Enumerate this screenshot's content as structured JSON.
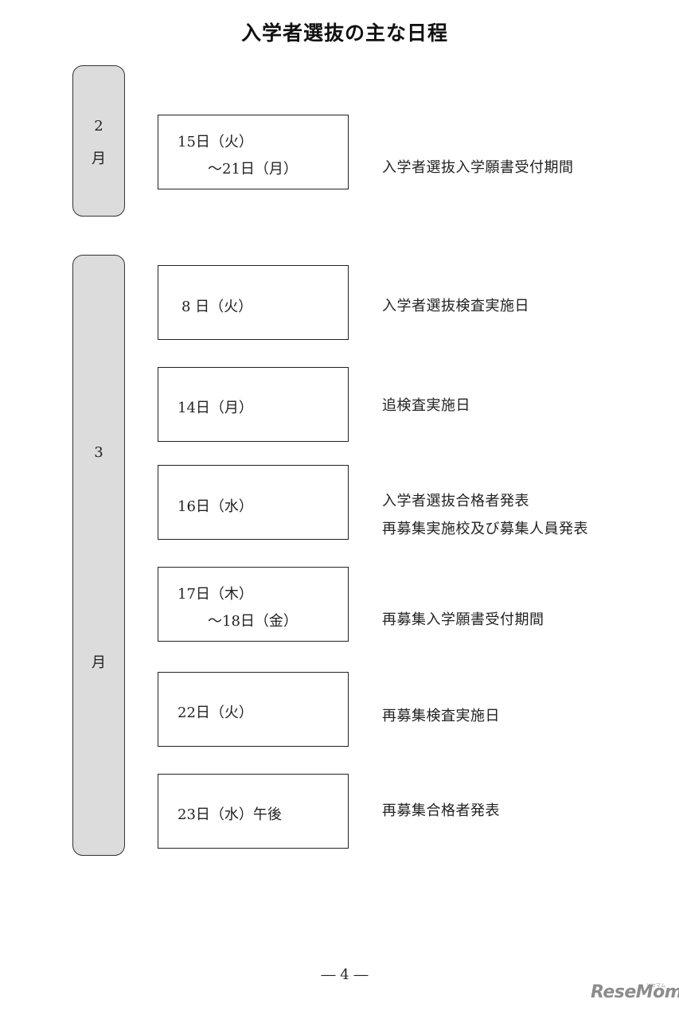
{
  "title": "入学者選抜の主な日程",
  "months": [
    {
      "number": "2",
      "unit": "月"
    },
    {
      "number": "3",
      "unit": "月"
    }
  ],
  "schedule": [
    {
      "date_line1": "15日（火）",
      "date_line2": "～21日（月）",
      "event_line1": "入学者選抜入学願書受付期間",
      "event_line2": ""
    },
    {
      "date_line1": "8 日（火）",
      "date_line2": "",
      "event_line1": "入学者選抜検査実施日",
      "event_line2": ""
    },
    {
      "date_line1": "14日（月）",
      "date_line2": "",
      "event_line1": "追検査実施日",
      "event_line2": ""
    },
    {
      "date_line1": "16日（水）",
      "date_line2": "",
      "event_line1": "入学者選抜合格者発表",
      "event_line2": "再募集実施校及び募集人員発表"
    },
    {
      "date_line1": "17日（木）",
      "date_line2": "～18日（金）",
      "event_line1": "再募集入学願書受付期間",
      "event_line2": ""
    },
    {
      "date_line1": "22日（火）",
      "date_line2": "",
      "event_line1": "再募集検査実施日",
      "event_line2": ""
    },
    {
      "date_line1": "23日（水）午後",
      "date_line2": "",
      "event_line1": "再募集合格者発表",
      "event_line2": ""
    }
  ],
  "page_number": "― 4 ―",
  "logo": {
    "text": "ReseMom",
    "sup": "リセマム"
  }
}
